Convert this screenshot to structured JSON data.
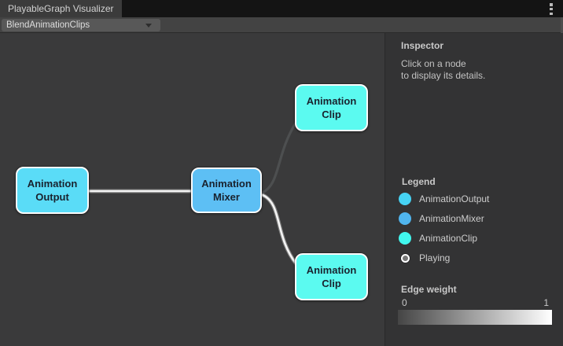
{
  "window": {
    "tab_title": "PlayableGraph Visualizer",
    "menu_icon": "kebab-menu"
  },
  "toolbar": {
    "graph_selector_value": "BlendAnimationClips"
  },
  "graph": {
    "nodes": [
      {
        "name": "AnimationOutput",
        "label": [
          "Animation",
          "Output"
        ],
        "color": "#5adcf7"
      },
      {
        "name": "AnimationMixer",
        "label": [
          "Animation",
          "Mixer"
        ],
        "color": "#5dbff4"
      },
      {
        "name": "AnimationClip",
        "label": [
          "Animation",
          "Clip"
        ],
        "color": "#5bfaf0"
      },
      {
        "name": "AnimationClip",
        "label": [
          "Animation",
          "Clip"
        ],
        "color": "#5bfaf0"
      }
    ],
    "edges": [
      {
        "from": "AnimationOutput",
        "to": "AnimationMixer",
        "weight": 1,
        "color": "#f4f4f4"
      },
      {
        "from": "AnimationMixer",
        "to": "AnimationClip-top",
        "weight": 0,
        "color": "#4d4f50"
      },
      {
        "from": "AnimationMixer",
        "to": "AnimationClip-bottom",
        "weight": 1,
        "color": "#f4f4f4"
      }
    ]
  },
  "inspector": {
    "title": "Inspector",
    "hint_line1": "Click on a node",
    "hint_line2": "to display its details."
  },
  "legend": {
    "title": "Legend",
    "items": [
      {
        "label": "AnimationOutput",
        "color": "#46d3f4"
      },
      {
        "label": "AnimationMixer",
        "color": "#50b5ee"
      },
      {
        "label": "AnimationClip",
        "color": "#41f7ef"
      },
      {
        "label": "Playing",
        "color": "#767676",
        "ring_color": "#ffffff"
      }
    ]
  },
  "edge_weight": {
    "title": "Edge weight",
    "min_label": "0",
    "max_label": "1",
    "gradient": [
      "#454545",
      "#ffffff"
    ]
  }
}
